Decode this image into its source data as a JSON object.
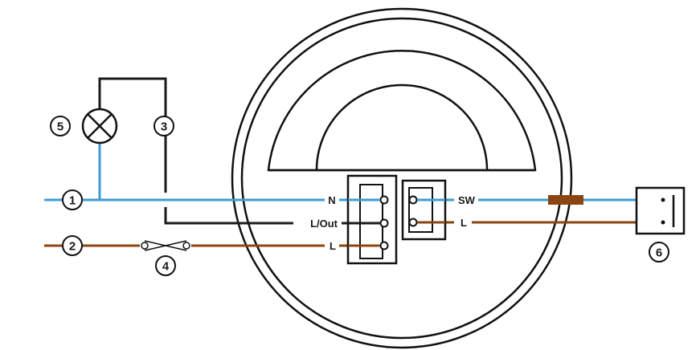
{
  "colors": {
    "neutral": "#3d9bd2",
    "line": "#8b4513",
    "output": "#1a1a1a",
    "outline": "#111111",
    "fuse": "#8b4513"
  },
  "terminals": {
    "n": "N",
    "lout": "L/Out",
    "l": "L",
    "sw": "SW",
    "l_right": "L"
  },
  "markers": {
    "m1": "1",
    "m2": "2",
    "m3": "3",
    "m4": "4",
    "m5": "5",
    "m6": "6"
  },
  "icons": {
    "lamp": "lamp-icon",
    "switch": "switch-icon",
    "fuse": "fuse-icon"
  }
}
